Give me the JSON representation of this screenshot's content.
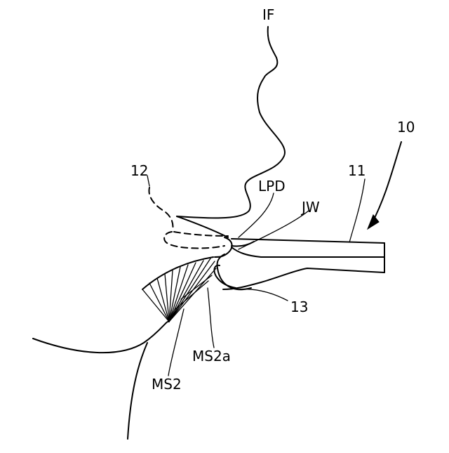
{
  "labels": {
    "if": "IF",
    "ten": "10",
    "eleven": "11",
    "twelve": "12",
    "lpd": "LPD",
    "jw": "JW",
    "thirteen": "13",
    "ms2a": "MS2a",
    "ms2": "MS2"
  }
}
